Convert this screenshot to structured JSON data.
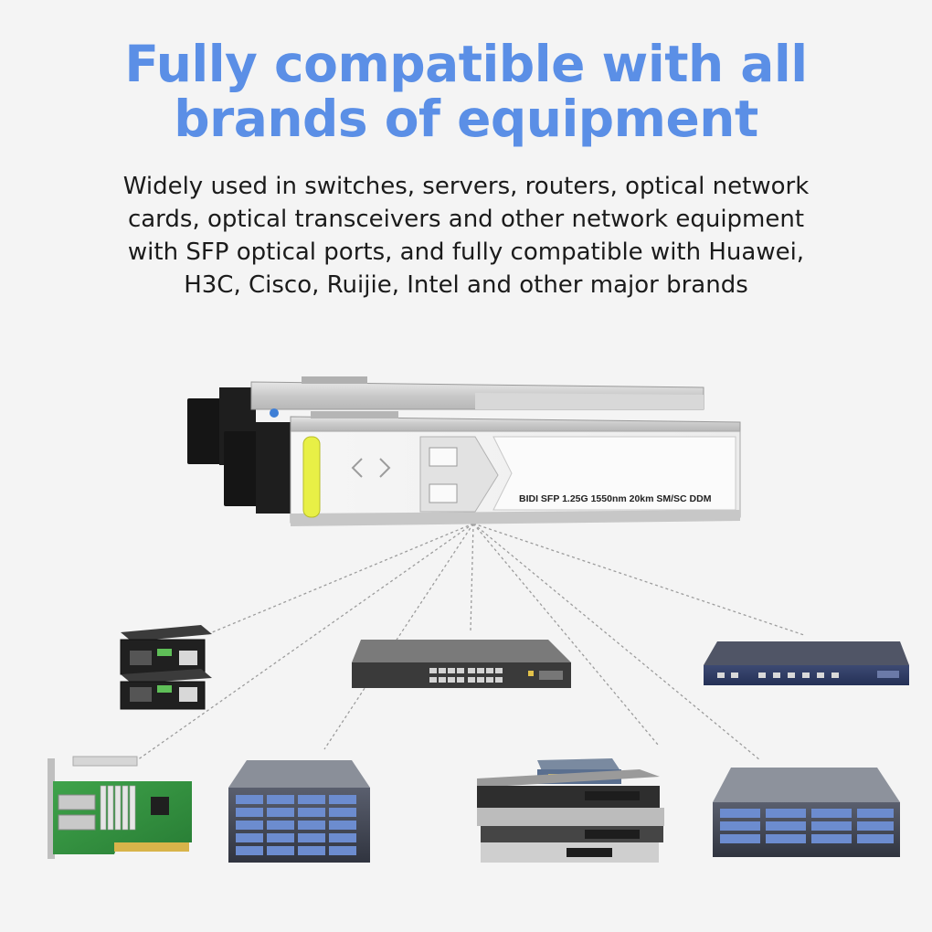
{
  "headline": {
    "line1": "Fully compatible with all",
    "line2": "brands of equipment"
  },
  "description": {
    "line1": "Widely used in switches, servers, routers, optical network",
    "line2": "cards, optical transceivers and other network equipment",
    "line3": "with SFP optical ports, and fully compatible with Huawei,",
    "line4": "H3C, Cisco, Ruijie, Intel and other major brands"
  },
  "module": {
    "label": "BIDI  SFP  1.25G  1550nm 20km SM/SC  DDM"
  },
  "colors": {
    "headline": "#5b8fe6",
    "text": "#1b1b1b",
    "background": "#f4f4f4",
    "latch_yellow": "#e8f046",
    "latch_blue": "#3f7fd6"
  },
  "devices": [
    "media-converter-pair",
    "network-switch",
    "rack-router",
    "pcie-network-card",
    "storage-server",
    "stacked-routers",
    "rack-storage-server"
  ]
}
